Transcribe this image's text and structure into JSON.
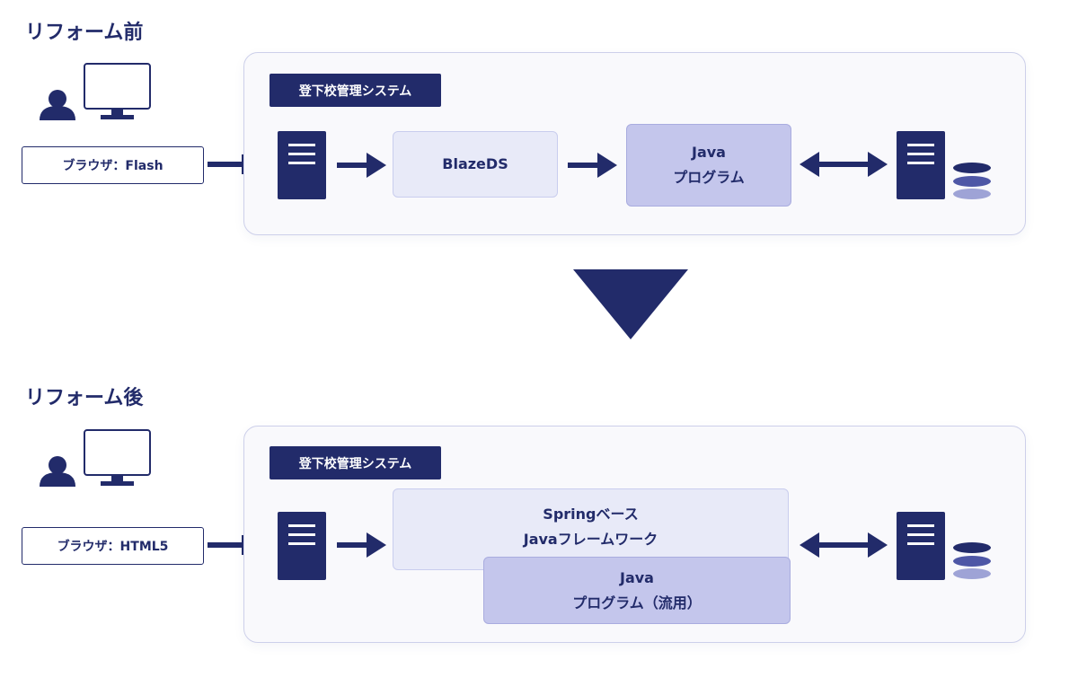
{
  "before": {
    "title": "リフォーム前",
    "browser_label": "ブラウザ：Flash",
    "system_label": "登下校管理システム",
    "blazeds_label": "BlazeDS",
    "java_line1": "Java",
    "java_line2": "プログラム"
  },
  "after": {
    "title": "リフォーム後",
    "browser_label": "ブラウザ：HTML5",
    "system_label": "登下校管理システム",
    "framework_line1": "Springベース",
    "framework_line2": "Javaフレームワーク",
    "java_line1": "Java",
    "java_line2": "プログラム（流用）"
  },
  "colors": {
    "navy": "#222b6a",
    "panel_bg": "#f9f9fc",
    "box_light": "#e8eaf8",
    "box_mid": "#c4c6ec",
    "db_mid": "#4e57a6",
    "db_light": "#9ea3d6"
  },
  "icons": [
    "user-icon",
    "monitor-icon",
    "server-icon",
    "database-icon",
    "arrow-right-icon",
    "double-arrow-icon",
    "down-triangle-icon"
  ]
}
